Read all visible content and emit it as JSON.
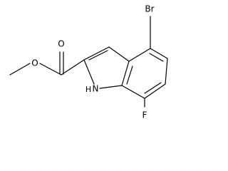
{
  "structure": {
    "atoms": {
      "br": "Br",
      "o_carbonyl": "O",
      "o_ester": "O",
      "nh": "N",
      "h": "H",
      "f": "F"
    }
  }
}
